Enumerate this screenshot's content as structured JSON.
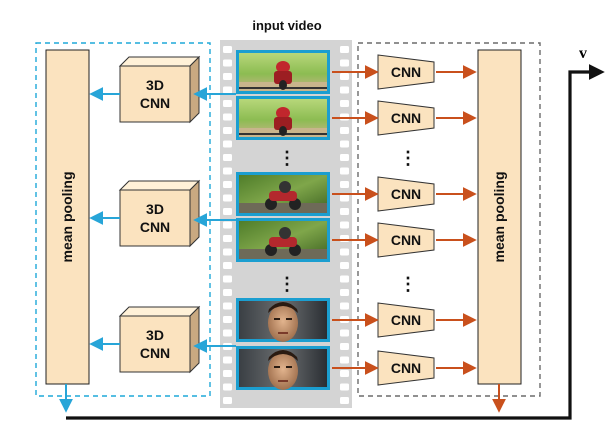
{
  "title": "input video",
  "output_label": "v",
  "left_pool_label": "mean pooling",
  "right_pool_label": "mean pooling",
  "cnn3d_label_line1": "3D",
  "cnn3d_label_line2": "CNN",
  "cnn_label": "CNN",
  "ellipsis": "⋮",
  "colors": {
    "dashed_left": "#1fa8d8",
    "dashed_right": "#6b6b6b",
    "pool_fill": "#fbe3bf",
    "cube_front": "#fbe3bf",
    "cube_top": "#fff1d8",
    "cube_side": "#c9a981",
    "trapezoid_fill": "#fbe3bf",
    "blue_arrow": "#27a5d8",
    "orange_arrow": "#c9501c",
    "film_strip": "#d4d4d4",
    "black_line": "#111111"
  },
  "frame_groups": [
    {
      "scene": "motorcycle-front"
    },
    {
      "scene": "motorcycle-side"
    },
    {
      "scene": "face"
    }
  ]
}
